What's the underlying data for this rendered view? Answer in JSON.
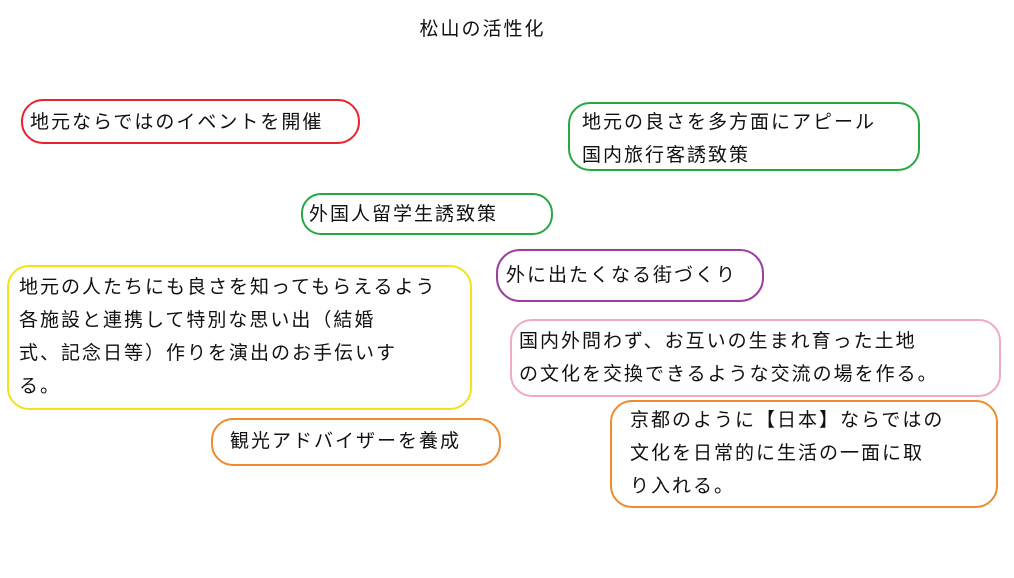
{
  "title": "松山の活性化",
  "colors": {
    "red": "#e8232b",
    "green": "#27a844",
    "purple": "#9b3fa0",
    "yellow": "#f2e21b",
    "pink": "#f2a9c2",
    "orange": "#f08a2c"
  },
  "ideas": [
    {
      "id": "local-event",
      "color": "red",
      "lines": [
        "地元ならではのイベントを開催"
      ]
    },
    {
      "id": "appeal",
      "color": "green",
      "lines": [
        "地元の良さを多方面にアピール",
        "国内旅行客誘致策"
      ]
    },
    {
      "id": "foreign-study",
      "color": "green",
      "lines": [
        "外国人留学生誘致策"
      ]
    },
    {
      "id": "town",
      "color": "purple",
      "lines": [
        "外に出たくなる街づくり"
      ]
    },
    {
      "id": "residents",
      "color": "yellow",
      "lines": [
        "地元の人たちにも良さを知ってもらえるよう",
        "各施設と連携して特別な思い出（結婚",
        "式、記念日等）作りを演出のお手伝いす",
        "る。"
      ]
    },
    {
      "id": "exchange",
      "color": "pink",
      "lines": [
        "国内外問わず、お互いの生まれ育った土地",
        "の文化を交換できるような交流の場を作る。"
      ]
    },
    {
      "id": "advisor",
      "color": "orange",
      "lines": [
        "観光アドバイザーを養成"
      ]
    },
    {
      "id": "kyoto",
      "color": "orange",
      "lines": [
        "京都のように【日本】ならではの",
        "文化を日常的に生活の一面に取",
        "り入れる。"
      ]
    }
  ]
}
